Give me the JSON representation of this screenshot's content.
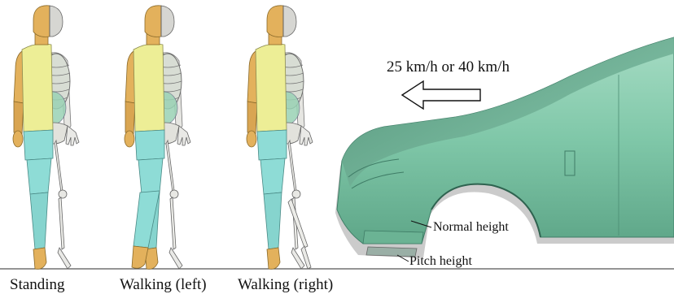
{
  "labels": {
    "speed": "25 km/h or 40 km/h",
    "normal_height": "Normal height",
    "pitch_height": "Pitch height"
  },
  "postures": [
    {
      "label": "Standing"
    },
    {
      "label": "Walking (left)"
    },
    {
      "label": "Walking (right)"
    }
  ],
  "colors": {
    "skin": "#E3B15C",
    "torso": "#EDEE96",
    "legs": "#8EDCD6",
    "bone": "#EAEAE6",
    "vehicle": "#7FC7A8",
    "vehicle_dark": "#3F7C66",
    "vehicle_shadow": "#9A9A9A",
    "ground": "#555555"
  }
}
